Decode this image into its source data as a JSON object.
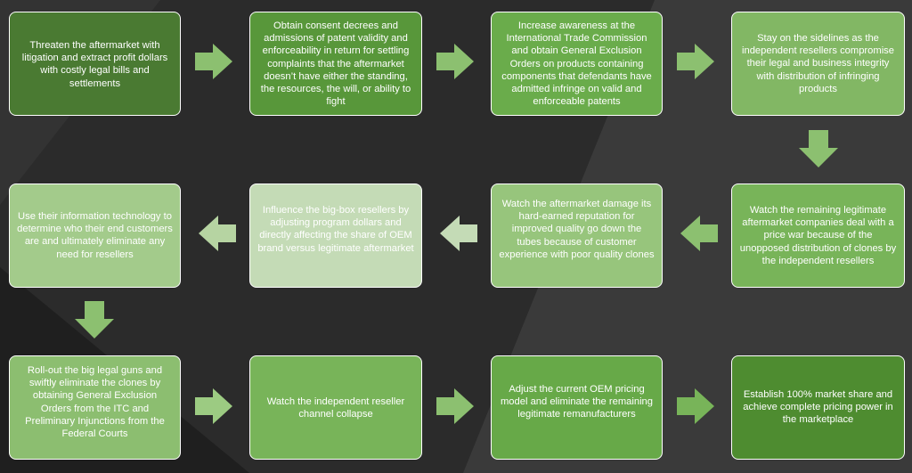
{
  "colors": {
    "background": "#2b2b2b",
    "arrow": "#8cc070"
  },
  "steps": [
    {
      "text": "Threaten the aftermarket with litigation and extract profit dollars with costly legal bills and settlements",
      "color": "#4a7a32"
    },
    {
      "text": "Obtain consent decrees and admissions of patent validity and enforceability in return for settling complaints that the aftermarket doesn’t have either the standing, the resources, the will, or ability to fight",
      "color": "#58973a"
    },
    {
      "text": "Increase awareness at the International Trade Commission and obtain General Exclusion Orders on products containing components that defendants have admitted infringe on valid and enforceable patents",
      "color": "#6aac4b"
    },
    {
      "text": "Stay on the sidelines as the independent resellers compromise their legal and business integrity with distribution of infringing products",
      "color": "#82b764"
    },
    {
      "text": "Watch the remaining legitimate aftermarket companies deal with a price war because of the unopposed distribution of clones by the independent resellers",
      "color": "#78b459"
    },
    {
      "text": "Watch the aftermarket damage its hard-earned reputation for improved quality go down the tubes because of customer experience with poor quality clones",
      "color": "#97c57c"
    },
    {
      "text": "Influence the big-box resellers by adjusting program dollars and directly affecting the share of OEM brand versus legitimate aftermarket",
      "color": "#c4dbb6"
    },
    {
      "text": "Use their information technology to determine who their end customers are and ultimately eliminate any need for resellers",
      "color": "#a3cb8b"
    },
    {
      "text": "Roll-out the big legal guns and swiftly eliminate the clones by obtaining General Exclusion Orders from the ITC and Preliminary Injunctions from the Federal Courts",
      "color": "#8cbe70"
    },
    {
      "text": "Watch the independent reseller channel collapse",
      "color": "#78b459"
    },
    {
      "text": "Adjust the current OEM pricing model and eliminate the remaining legitimate remanufacturers",
      "color": "#67a948"
    },
    {
      "text": "Establish 100% market share and achieve complete pricing power in the marketplace",
      "color": "#4e8c30"
    }
  ]
}
